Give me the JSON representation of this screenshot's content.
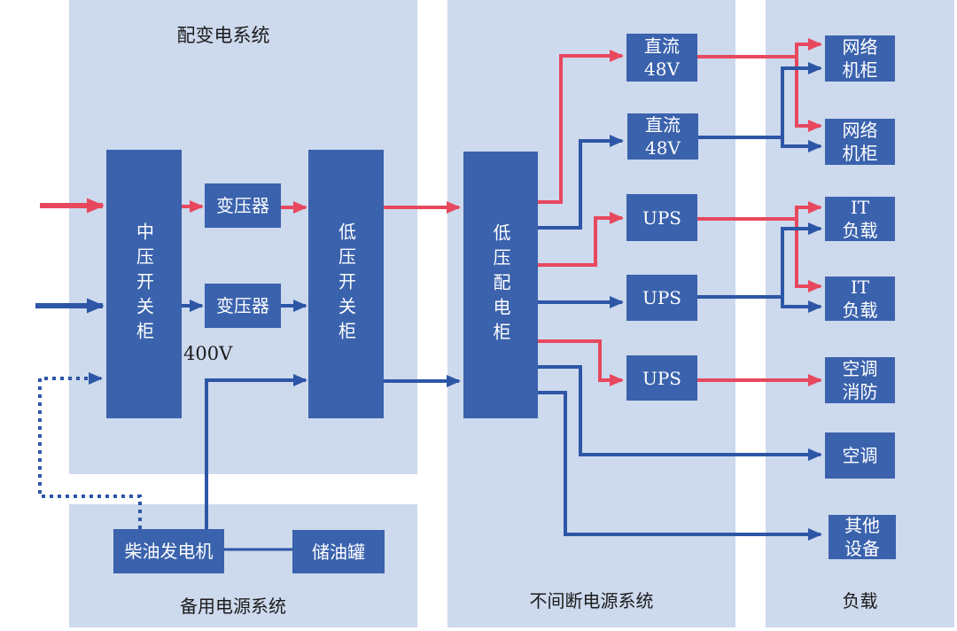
{
  "colors": {
    "panel_background": "#cdd9ed",
    "node_fill": "#3a62ad",
    "red_feed": "#e8485e",
    "blue_feed": "#2d56a6",
    "caption_text": "#1c1c1c",
    "node_text": "#ffffff"
  },
  "panels": {
    "distribution": {
      "title": "配变电系统"
    },
    "backup": {
      "title": "备用电源系统"
    },
    "ups_system": {
      "title": "不间断电源系统"
    },
    "load": {
      "title": "负载"
    }
  },
  "labels": {
    "voltage": "400V"
  },
  "nodes": {
    "mv_switchgear": {
      "label": "中压开关柜"
    },
    "transformer1": {
      "label": "变压器"
    },
    "transformer2": {
      "label": "变压器"
    },
    "lv_switchgear": {
      "label": "低压开关柜"
    },
    "lv_distribution": {
      "label": "低压配电柜"
    },
    "diesel_generator": {
      "label": "柴油发电机"
    },
    "oil_tank": {
      "label": "储油罐"
    },
    "dc48v_1": {
      "label": "直流\n48V"
    },
    "dc48v_2": {
      "label": "直流\n48V"
    },
    "ups1": {
      "label": "UPS"
    },
    "ups2": {
      "label": "UPS"
    },
    "ups3": {
      "label": "UPS"
    },
    "network_cabinet1": {
      "label": "网络\n机柜"
    },
    "network_cabinet2": {
      "label": "网络\n机柜"
    },
    "it_load1": {
      "label": "IT\n负载"
    },
    "it_load2": {
      "label": "IT\n负载"
    },
    "ac_fire": {
      "label": "空调\n消防"
    },
    "ac": {
      "label": "空调"
    },
    "other_equipment": {
      "label": "其他\n设备"
    }
  },
  "edges": [
    {
      "from": "grid-feed-a",
      "to": "mv_switchgear",
      "style": "red-solid"
    },
    {
      "from": "grid-feed-b",
      "to": "mv_switchgear",
      "style": "blue-solid"
    },
    {
      "from": "mv_switchgear",
      "to": "transformer1",
      "style": "red-solid"
    },
    {
      "from": "mv_switchgear",
      "to": "transformer2",
      "style": "blue-solid"
    },
    {
      "from": "transformer1",
      "to": "lv_switchgear",
      "style": "red-solid"
    },
    {
      "from": "transformer2",
      "to": "lv_switchgear",
      "style": "blue-solid"
    },
    {
      "from": "lv_switchgear",
      "to": "lv_distribution",
      "style": "red-solid"
    },
    {
      "from": "lv_switchgear",
      "to": "lv_distribution",
      "style": "blue-solid"
    },
    {
      "from": "diesel_generator",
      "to": "lv_switchgear",
      "style": "blue-solid"
    },
    {
      "from": "diesel_generator",
      "to": "mv_switchgear",
      "style": "blue-dotted"
    },
    {
      "from": "diesel_generator",
      "to": "oil_tank",
      "style": "blue-plain"
    },
    {
      "from": "lv_distribution",
      "to": "dc48v_1",
      "style": "red-solid"
    },
    {
      "from": "lv_distribution",
      "to": "dc48v_2",
      "style": "blue-solid"
    },
    {
      "from": "lv_distribution",
      "to": "ups1",
      "style": "red-solid"
    },
    {
      "from": "lv_distribution",
      "to": "ups2",
      "style": "blue-solid"
    },
    {
      "from": "lv_distribution",
      "to": "ups3",
      "style": "red-solid"
    },
    {
      "from": "lv_distribution",
      "to": "ac",
      "style": "blue-solid"
    },
    {
      "from": "lv_distribution",
      "to": "other_equipment",
      "style": "blue-solid"
    },
    {
      "from": "dc48v_1",
      "to": "network_cabinet1",
      "style": "red-solid"
    },
    {
      "from": "dc48v_1",
      "to": "network_cabinet2",
      "style": "red-solid"
    },
    {
      "from": "dc48v_2",
      "to": "network_cabinet1",
      "style": "blue-solid"
    },
    {
      "from": "dc48v_2",
      "to": "network_cabinet2",
      "style": "blue-solid"
    },
    {
      "from": "ups1",
      "to": "it_load1",
      "style": "red-solid"
    },
    {
      "from": "ups1",
      "to": "it_load2",
      "style": "red-solid"
    },
    {
      "from": "ups2",
      "to": "it_load1",
      "style": "blue-solid"
    },
    {
      "from": "ups2",
      "to": "it_load2",
      "style": "blue-solid"
    },
    {
      "from": "ups3",
      "to": "ac_fire",
      "style": "red-solid"
    }
  ]
}
